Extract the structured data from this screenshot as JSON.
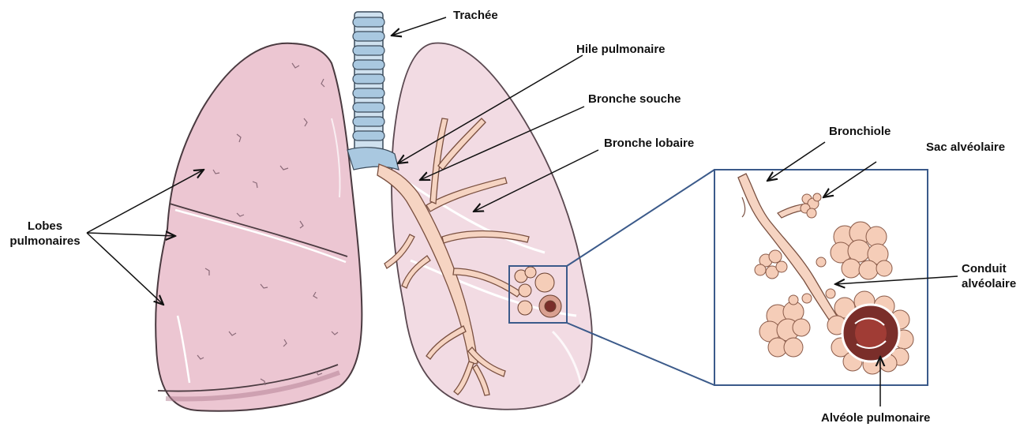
{
  "colors": {
    "lung_fill": "#ecc6d2",
    "lung_stroke": "#4a3a40",
    "lung_right_fill": "#f2dbe3",
    "bronchi_fill": "#f6d4c2",
    "trachea_ring": "#a9c8e0",
    "alveoli_fill": "#f5cdb8",
    "alveoli_inner": "#7a2e2a",
    "zoom_box": "#3b5a8a",
    "arrow": "#111111"
  },
  "icons": [
    "trachea-icon",
    "lung-left-icon",
    "lung-right-icon",
    "bronchial-tree-icon",
    "alveoli-zoom-icon"
  ],
  "labels": {
    "trachee": "Trachée",
    "hile": "Hile pulmonaire",
    "bronche_souche": "Bronche souche",
    "bronche_lobaire": "Bronche lobaire",
    "lobes_1": "Lobes",
    "lobes_2": "pulmonaires",
    "bronchiole": "Bronchiole",
    "sac": "Sac alvéolaire",
    "conduit_1": "Conduit",
    "conduit_2": "alvéolaire",
    "alveole": "Alvéole pulmonaire"
  }
}
